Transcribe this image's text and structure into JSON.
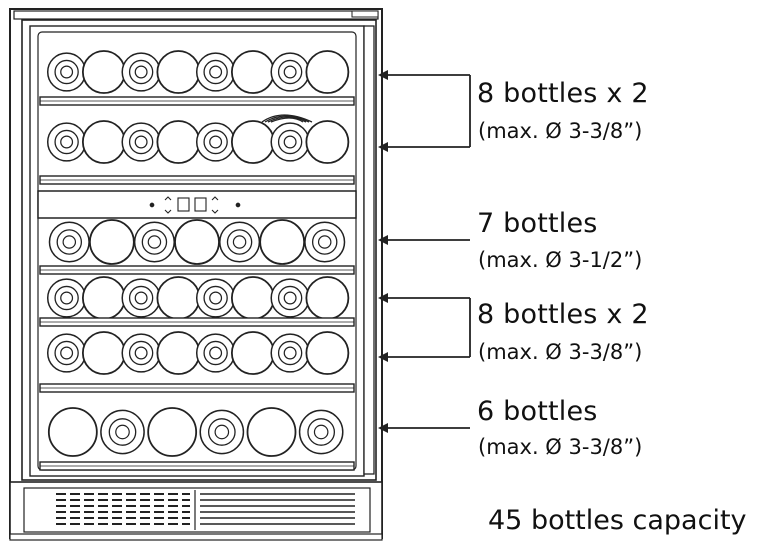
{
  "annotations": [
    {
      "main": "8 bottles x 2",
      "sub": "(max. Ø 3-3/8”)"
    },
    {
      "main": "7 bottles",
      "sub": "(max. Ø 3-1/2”)"
    },
    {
      "main": "8 bottles x 2",
      "sub": "(max. Ø 3-3/8”)"
    },
    {
      "main": "6 bottles",
      "sub": "(max. Ø 3-3/8”)"
    }
  ],
  "total_capacity": "45 bottles capacity",
  "shelves": [
    {
      "bottles_visible": 8
    },
    {
      "bottles_visible": 8
    },
    {
      "bottles_visible": 7
    },
    {
      "bottles_visible": 8
    },
    {
      "bottles_visible": 8
    },
    {
      "bottles_visible": 6
    }
  ],
  "colors": {
    "line": "#222222",
    "fill": "#ffffff",
    "grey": "#6b6b6b"
  }
}
